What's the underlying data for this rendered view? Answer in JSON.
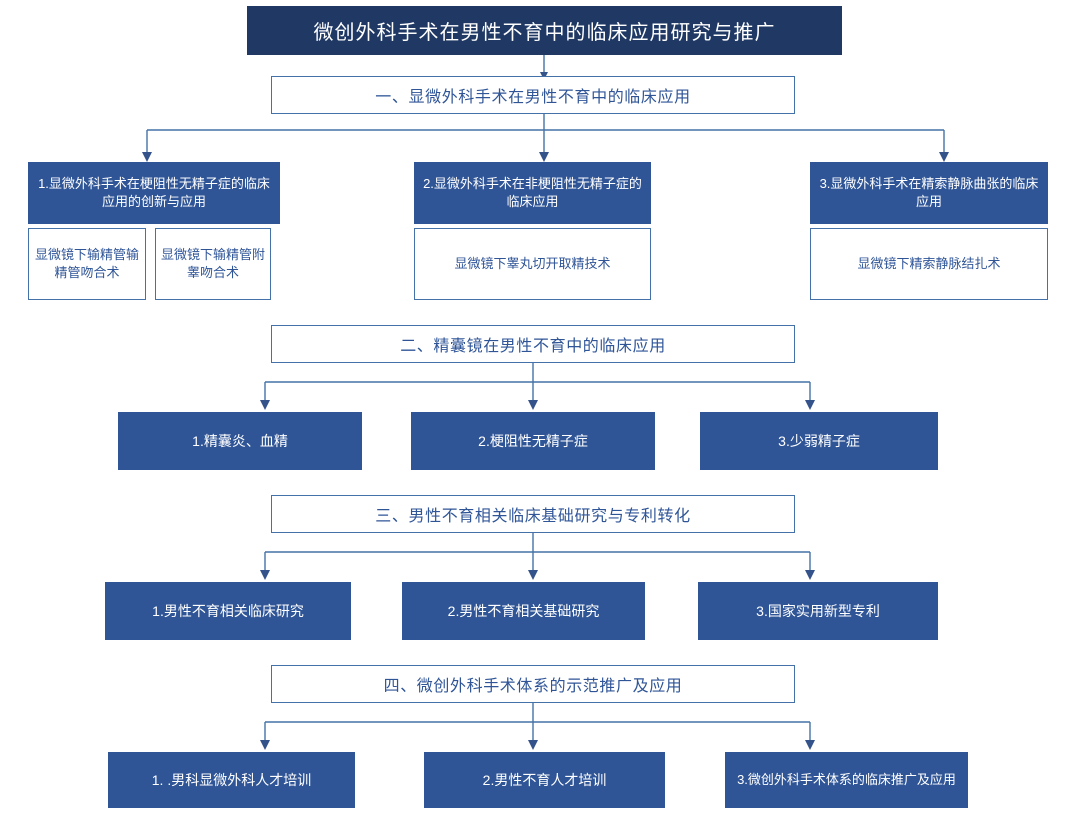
{
  "title": "微创外科手术在男性不育中的临床应用研究与推广",
  "colors": {
    "title_bar": "#1f3864",
    "box_fill": "#2f5597",
    "border": "#4472a8",
    "text_blue": "#2f5597",
    "background": "#ffffff"
  },
  "sections": [
    {
      "header": "一、显微外科手术在男性不育中的临床应用",
      "items": [
        {
          "label": "1.显微外科手术在梗阻性无精子症的临床应用的创新与应用",
          "children": [
            "显微镜下输精管输精管吻合术",
            "显微镜下输精管附睾吻合术"
          ]
        },
        {
          "label": "2.显微外科手术在非梗阻性无精子症的临床应用",
          "children": [
            "显微镜下睾丸切开取精技术"
          ]
        },
        {
          "label": "3.显微外科手术在精索静脉曲张的临床应用",
          "children": [
            "显微镜下精索静脉结扎术"
          ]
        }
      ]
    },
    {
      "header": "二、精囊镜在男性不育中的临床应用",
      "items": [
        {
          "label": "1.精囊炎、血精",
          "children": []
        },
        {
          "label": "2.梗阻性无精子症",
          "children": []
        },
        {
          "label": "3.少弱精子症",
          "children": []
        }
      ]
    },
    {
      "header": "三、男性不育相关临床基础研究与专利转化",
      "items": [
        {
          "label": "1.男性不育相关临床研究",
          "children": []
        },
        {
          "label": "2.男性不育相关基础研究",
          "children": []
        },
        {
          "label": "3.国家实用新型专利",
          "children": []
        }
      ]
    },
    {
      "header": "四、微创外科手术体系的示范推广及应用",
      "items": [
        {
          "label": "1. .男科显微外科人才培训",
          "children": []
        },
        {
          "label": "2.男性不育人才培训",
          "children": []
        },
        {
          "label": "3.微创外科手术体系的临床推广及应用",
          "children": []
        }
      ]
    }
  ]
}
